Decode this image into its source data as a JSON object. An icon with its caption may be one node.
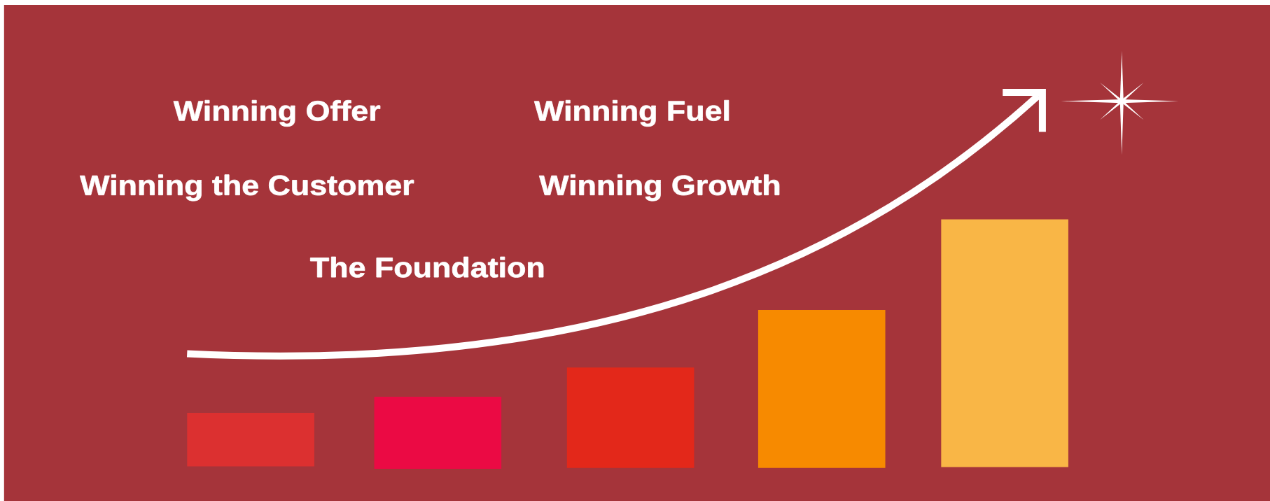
{
  "diagram": {
    "nodes": [
      {
        "text": [],
        "shape": "bar"
      },
      {
        "text": [],
        "shape": "bar"
      },
      {
        "text": [],
        "shape": "bar"
      },
      {
        "text": [],
        "shape": "bar"
      },
      {
        "text": [],
        "shape": "bar"
      }
    ],
    "labels": [
      "Winning Offer",
      "Winning Fuel",
      "Winning the Customer",
      "Winning Growth",
      "The Foundation"
    ]
  }
}
